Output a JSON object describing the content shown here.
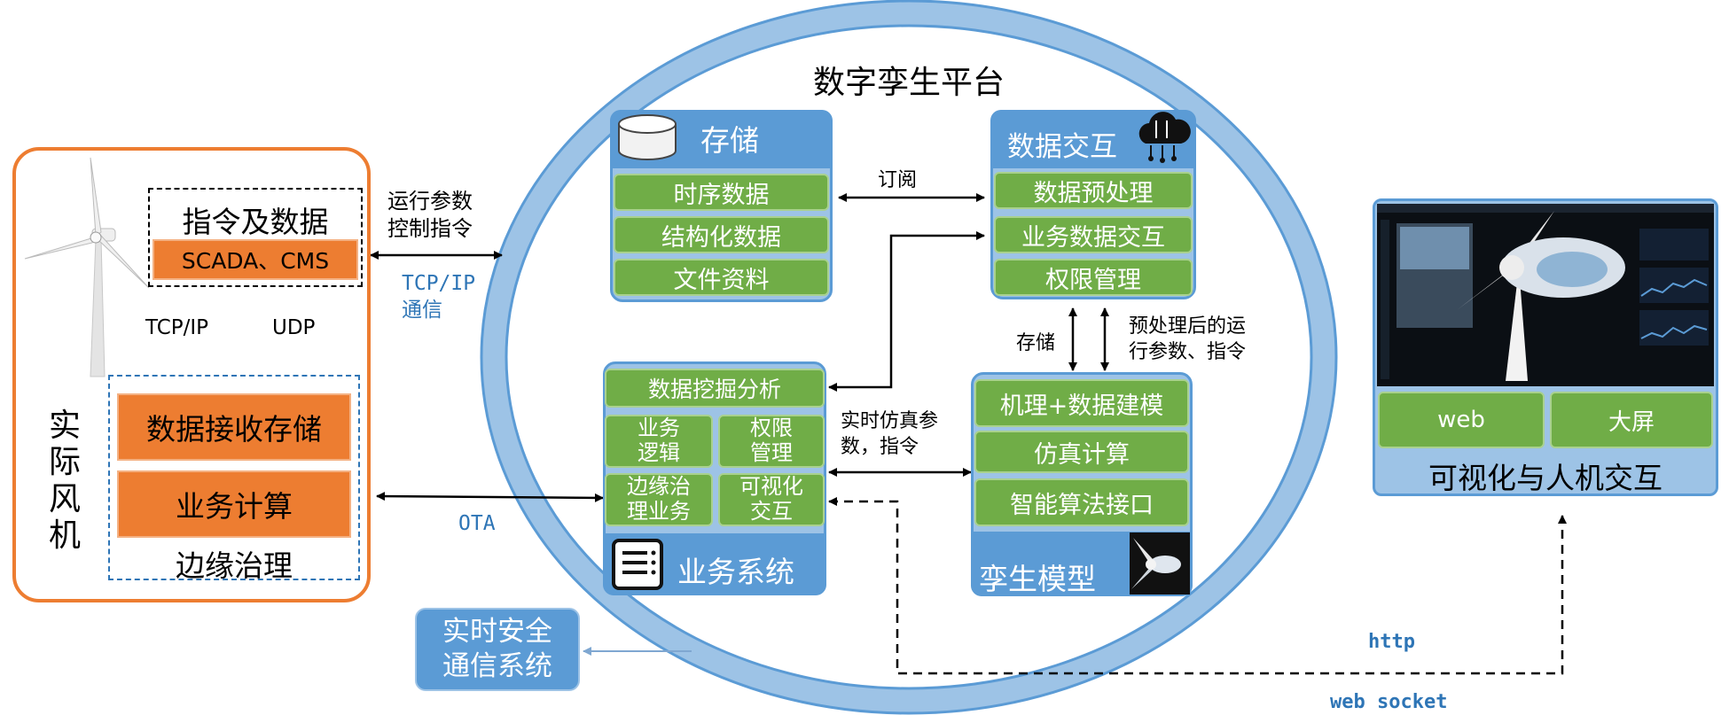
{
  "platform": {
    "title": "数字孪生平台"
  },
  "turbine": {
    "side_label": "实际\n风机",
    "command_box": {
      "title": "指令及数据",
      "sub": "SCADA、CMS"
    },
    "protocols": {
      "tcp": "TCP/IP",
      "udp": "UDP"
    },
    "edge": {
      "title": "边缘治理",
      "items": [
        "数据接收存储",
        "业务计算"
      ]
    }
  },
  "links": {
    "run_params": "运行参数\n控制指令",
    "tcp_comm": "TCP/IP\n通信",
    "ota": "OTA",
    "subscribe": "订阅",
    "storage_arrow": "存储",
    "preprocessed": "预处理后的运\n行参数、指令",
    "realtime_sim": "实时仿真参\n数，指令",
    "http": "http",
    "websocket": "web socket"
  },
  "storage": {
    "title": "存储",
    "items": [
      "时序数据",
      "结构化数据",
      "文件资料"
    ]
  },
  "data_exchange": {
    "title": "数据交互",
    "items": [
      "数据预处理",
      "业务数据交互",
      "权限管理"
    ]
  },
  "business": {
    "title": "业务系统",
    "top": "数据挖掘分析",
    "grid": [
      "业务\n逻辑",
      "权限\n管理",
      "边缘治\n理业务",
      "可视化\n交互"
    ]
  },
  "twin_model": {
    "title": "孪生模型",
    "items": [
      "机理+数据建模",
      "仿真计算",
      "智能算法接口"
    ]
  },
  "visualization": {
    "title": "可视化与人机交互",
    "buttons": [
      "web",
      "大屏"
    ]
  },
  "security": {
    "title": "实时安全\n通信系统"
  },
  "colors": {
    "green": "#70ad47",
    "blue": "#5b9bd5",
    "orange": "#ed7d31",
    "light_blue": "#9dc3e6"
  }
}
